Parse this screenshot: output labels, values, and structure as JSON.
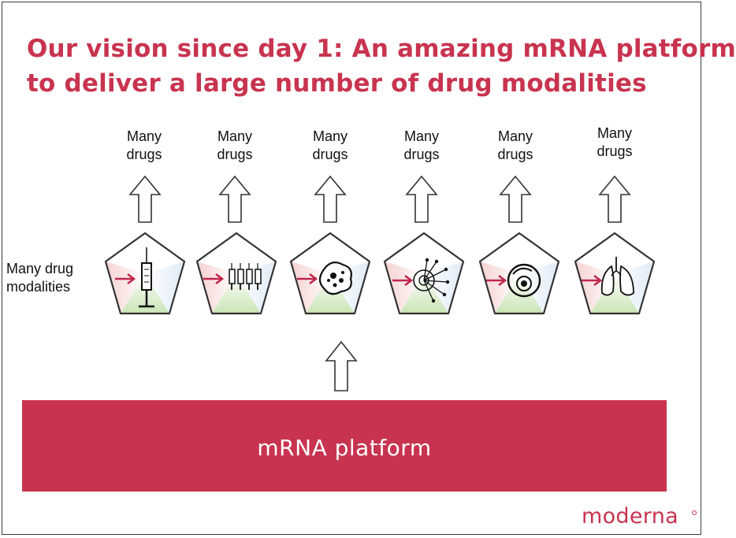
{
  "title": {
    "line1": "Our vision since day 1: An amazing mRNA platform",
    "line2": "to deliver a large number of drug modalities"
  },
  "drugs_label": {
    "line1": "Many",
    "line2": "drugs"
  },
  "modalities_label": {
    "line1": "Many drug",
    "line2": "modalities"
  },
  "modality_icons": [
    "syringe-icon",
    "multi-syringe-icon",
    "cell-icon",
    "tumor-cell-icon",
    "eye-icon",
    "lungs-icon"
  ],
  "platform_label": "mRNA platform",
  "logo_text": "moderna",
  "colors": {
    "accent": "#c8344f",
    "dash_line": "#2a7fc9"
  }
}
